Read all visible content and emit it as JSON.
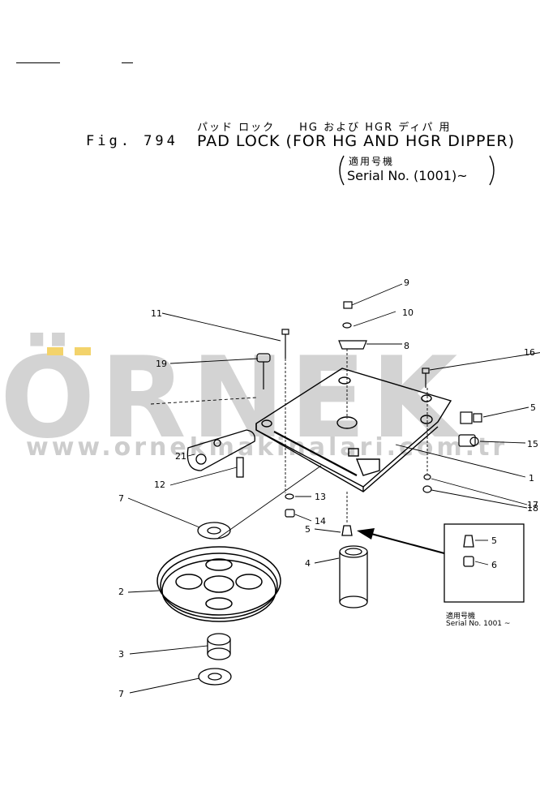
{
  "header": {
    "jp_line": "パッド ロック　　HG および HGR ディパ 用",
    "fig_label": "Fig. 794",
    "title": "PAD LOCK (FOR HG AND HGR DIPPER)",
    "jp_applicable": "適用号機",
    "serial": "Serial No. (1001)~"
  },
  "watermark": {
    "brand": "ÖRNEK",
    "url": "www.ornekmakinalari.com.tr",
    "accent_color": "#f3d36b"
  },
  "callouts": [
    "8",
    "10",
    "9",
    "11",
    "19",
    "16",
    "5",
    "15",
    "1",
    "17",
    "18",
    "21",
    "12",
    "13",
    "14",
    "7",
    "2",
    "3",
    "7",
    "5",
    "4",
    "5",
    "6"
  ],
  "inset": {
    "caption_jp": "適用号機",
    "caption_serial": "Serial No. 1001 ~"
  }
}
